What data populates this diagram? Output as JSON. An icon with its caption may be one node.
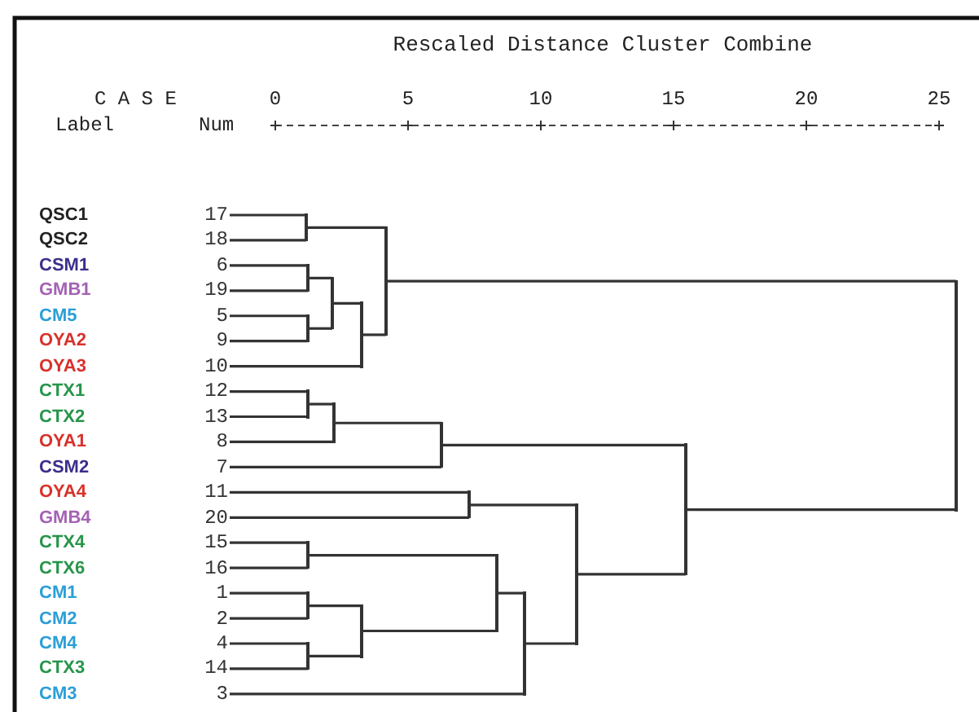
{
  "diagram": {
    "title": "Rescaled Distance Cluster Combine",
    "nodes": [
      {
        "text": [
          "QSC1"
        ],
        "beside": [
          "17"
        ]
      },
      {
        "text": [
          "QSC2"
        ],
        "beside": [
          "18"
        ]
      },
      {
        "text": [
          "CSM1"
        ],
        "beside": [
          "6"
        ]
      },
      {
        "text": [
          "GMB1"
        ],
        "beside": [
          "19"
        ]
      },
      {
        "text": [
          "CM5"
        ],
        "beside": [
          "5"
        ]
      },
      {
        "text": [
          "OYA2"
        ],
        "beside": [
          "9"
        ]
      },
      {
        "text": [
          "OYA3"
        ],
        "beside": [
          "10"
        ]
      },
      {
        "text": [
          "CTX1"
        ],
        "beside": [
          "12"
        ]
      },
      {
        "text": [
          "CTX2"
        ],
        "beside": [
          "13"
        ]
      },
      {
        "text": [
          "OYA1"
        ],
        "beside": [
          "8"
        ]
      },
      {
        "text": [
          "CSM2"
        ],
        "beside": [
          "7"
        ]
      },
      {
        "text": [
          "OYA4"
        ],
        "beside": [
          "11"
        ]
      },
      {
        "text": [
          "GMB4"
        ],
        "beside": [
          "20"
        ]
      },
      {
        "text": [
          "CTX4"
        ],
        "beside": [
          "15"
        ]
      },
      {
        "text": [
          "CTX6"
        ],
        "beside": [
          "16"
        ]
      },
      {
        "text": [
          "CM1"
        ],
        "beside": [
          "1"
        ]
      },
      {
        "text": [
          "CM2"
        ],
        "beside": [
          "2"
        ]
      },
      {
        "text": [
          "CM4"
        ],
        "beside": [
          "4"
        ]
      },
      {
        "text": [
          "CTX3"
        ],
        "beside": [
          "14"
        ]
      },
      {
        "text": [
          "CM3"
        ],
        "beside": [
          "3"
        ]
      },
      {
        "text": [],
        "shape": "bar"
      },
      {
        "text": [],
        "shape": "bar"
      },
      {
        "text": [],
        "shape": "bar"
      },
      {
        "text": [],
        "shape": "bar"
      },
      {
        "text": [],
        "shape": "bar"
      },
      {
        "text": [],
        "shape": "bar"
      },
      {
        "text": [],
        "shape": "bar"
      },
      {
        "text": [],
        "shape": "bar"
      },
      {
        "text": [],
        "shape": "bar"
      },
      {
        "text": [],
        "shape": "bar"
      },
      {
        "text": [],
        "shape": "bar"
      },
      {
        "text": [],
        "shape": "bar"
      },
      {
        "text": [],
        "shape": "bar"
      },
      {
        "text": [],
        "shape": "bar"
      },
      {
        "text": [],
        "shape": "bar"
      },
      {
        "text": [],
        "shape": "bar"
      },
      {
        "text": [],
        "shape": "bar"
      },
      {
        "text": [],
        "shape": "bar"
      },
      {
        "text": [],
        "shape": "bar"
      }
    ],
    "edges": [
      {
        "from": 0,
        "to": 20,
        "arrow": "none"
      },
      {
        "from": 1,
        "to": 20,
        "arrow": "none"
      },
      {
        "from": 2,
        "to": 21,
        "arrow": "none"
      },
      {
        "from": 3,
        "to": 21,
        "arrow": "none"
      },
      {
        "from": 4,
        "to": 22,
        "arrow": "none"
      },
      {
        "from": 5,
        "to": 22,
        "arrow": "none"
      },
      {
        "from": 21,
        "to": 23,
        "arrow": "none"
      },
      {
        "from": 22,
        "to": 23,
        "arrow": "none"
      },
      {
        "from": 23,
        "to": 24,
        "arrow": "none"
      },
      {
        "from": 6,
        "to": 24,
        "arrow": "none"
      },
      {
        "from": 20,
        "to": 25,
        "arrow": "none"
      },
      {
        "from": 24,
        "to": 25,
        "arrow": "none"
      },
      {
        "from": 7,
        "to": 26,
        "arrow": "none"
      },
      {
        "from": 8,
        "to": 26,
        "arrow": "none"
      },
      {
        "from": 26,
        "to": 27,
        "arrow": "none"
      },
      {
        "from": 9,
        "to": 27,
        "arrow": "none"
      },
      {
        "from": 27,
        "to": 28,
        "arrow": "none"
      },
      {
        "from": 10,
        "to": 28,
        "arrow": "none"
      },
      {
        "from": 11,
        "to": 29,
        "arrow": "none"
      },
      {
        "from": 12,
        "to": 29,
        "arrow": "none"
      },
      {
        "from": 13,
        "to": 30,
        "arrow": "none"
      },
      {
        "from": 14,
        "to": 30,
        "arrow": "none"
      },
      {
        "from": 15,
        "to": 31,
        "arrow": "none"
      },
      {
        "from": 16,
        "to": 31,
        "arrow": "none"
      },
      {
        "from": 17,
        "to": 32,
        "arrow": "none"
      },
      {
        "from": 18,
        "to": 32,
        "arrow": "none"
      },
      {
        "from": 31,
        "to": 33,
        "arrow": "none"
      },
      {
        "from": 32,
        "to": 33,
        "arrow": "none"
      },
      {
        "from": 30,
        "to": 34,
        "arrow": "none"
      },
      {
        "from": 33,
        "to": 34,
        "arrow": "none"
      },
      {
        "from": 34,
        "to": 35,
        "arrow": "none"
      },
      {
        "from": 19,
        "to": 35,
        "arrow": "none"
      },
      {
        "from": 29,
        "to": 36,
        "arrow": "none"
      },
      {
        "from": 35,
        "to": 36,
        "arrow": "none"
      },
      {
        "from": 28,
        "to": 37,
        "arrow": "none"
      },
      {
        "from": 36,
        "to": 37,
        "arrow": "none"
      },
      {
        "from": 25,
        "to": 38,
        "arrow": "none"
      },
      {
        "from": 37,
        "to": 38,
        "arrow": "none"
      }
    ],
    "labels": [
      "C A S E",
      "0",
      "5",
      "10",
      "15",
      "20",
      "25",
      "Label",
      "Num"
    ]
  }
}
